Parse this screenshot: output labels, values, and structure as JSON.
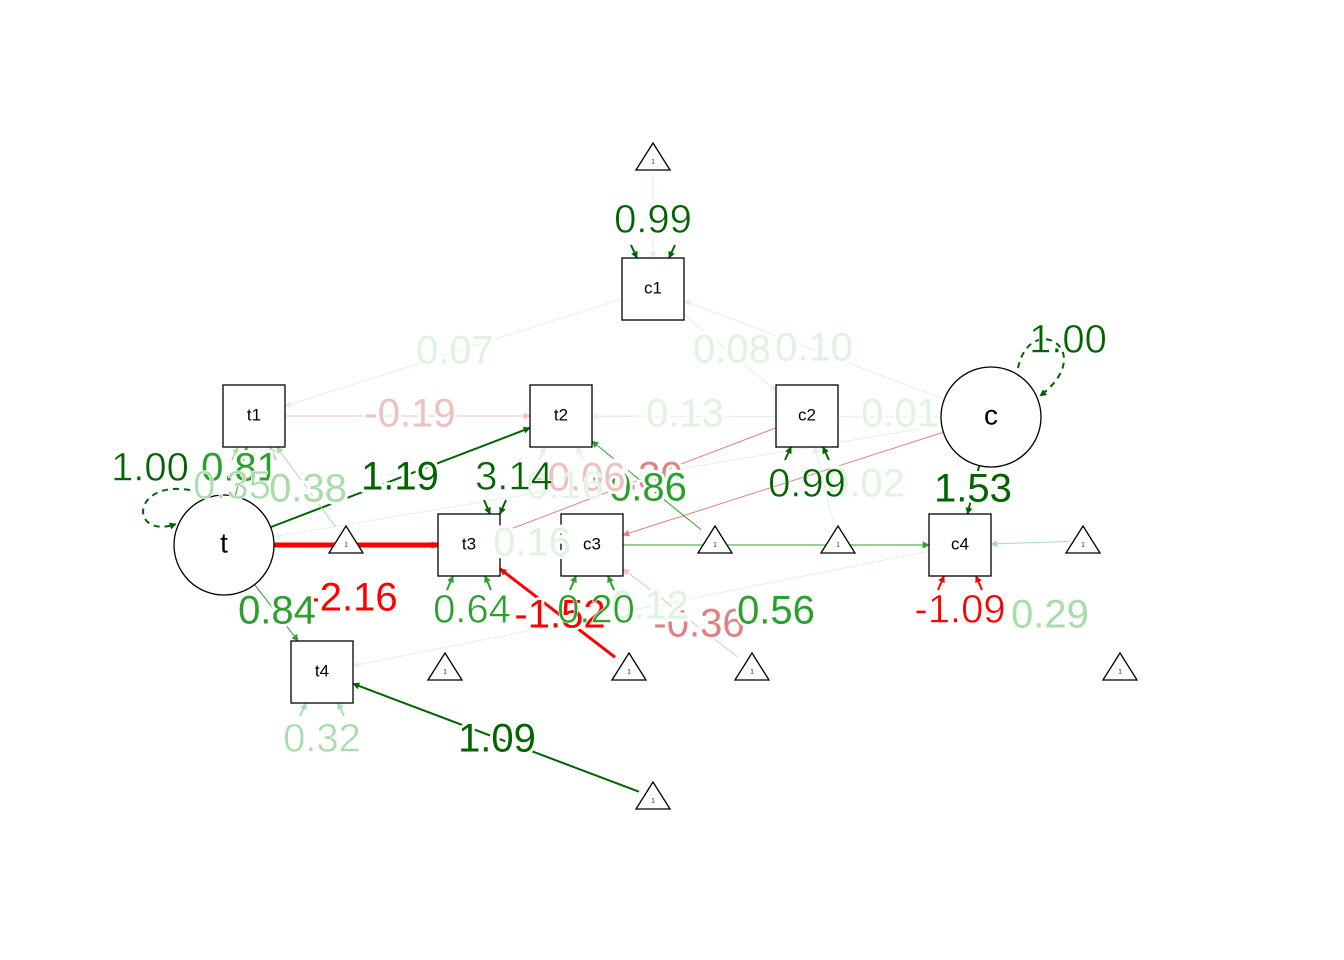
{
  "colors": {
    "pos_strong": "#006400",
    "pos_mid": "#2ca02c",
    "pos_light": "#a8dca8",
    "pos_faint": "#dff3df",
    "neg_strong": "#ff0000",
    "neg_mid": "#e08080",
    "neg_light": "#efc0c0",
    "node_stroke": "#000000"
  },
  "nodes": {
    "latents": [
      {
        "id": "t",
        "label": "t"
      },
      {
        "id": "c",
        "label": "c"
      }
    ],
    "manifests": [
      {
        "id": "t1",
        "label": "t1"
      },
      {
        "id": "t2",
        "label": "t2"
      },
      {
        "id": "t3",
        "label": "t3"
      },
      {
        "id": "t4",
        "label": "t4"
      },
      {
        "id": "c1",
        "label": "c1"
      },
      {
        "id": "c2",
        "label": "c2"
      },
      {
        "id": "c3",
        "label": "c3"
      },
      {
        "id": "c4",
        "label": "c4"
      }
    ],
    "intercept_label": "1"
  },
  "edges": [
    {
      "from": "t",
      "to": "t2",
      "label": "1.19",
      "color": "pos_strong",
      "weight": 2
    },
    {
      "from": "t",
      "to": "t3",
      "label": "-2.16",
      "color": "neg_strong",
      "weight": 5
    },
    {
      "from": "t",
      "to": "t4",
      "label": "0.84",
      "color": "pos_mid",
      "weight": 1
    },
    {
      "from": "t",
      "to": "t1",
      "label": "0.81",
      "color": "pos_mid",
      "weight": 1
    },
    {
      "from": "c",
      "to": "c4",
      "label": "1.53",
      "color": "pos_strong",
      "weight": 2
    },
    {
      "from": "c",
      "to": "c1",
      "label": "0.10",
      "color": "pos_faint",
      "weight": 1
    },
    {
      "from": "c",
      "to": "t2",
      "label": "0.13",
      "color": "pos_faint",
      "weight": 1
    },
    {
      "from": "c",
      "to": "c3",
      "label": "-0.36",
      "color": "neg_mid",
      "weight": 1
    },
    {
      "from": "c",
      "to": "t",
      "label": "0.16",
      "color": "pos_faint",
      "weight": 1
    },
    {
      "from": "t1",
      "to": "t2",
      "label": "-0.19",
      "color": "neg_light",
      "weight": 1
    },
    {
      "from": "c1",
      "to": "t1",
      "label": "0.07",
      "color": "pos_faint",
      "weight": 1
    },
    {
      "from": "c1",
      "to": "c2",
      "label": "0.08",
      "color": "pos_faint",
      "weight": 1
    },
    {
      "from": "c2",
      "to": "t3",
      "label": "-0.30",
      "color": "neg_mid",
      "weight": 1
    },
    {
      "from": "c3",
      "to": "c4",
      "label": "0.56",
      "color": "pos_mid",
      "weight": 1
    },
    {
      "from": "c4",
      "to": "t4",
      "label": "0.12",
      "color": "pos_faint",
      "weight": 1
    },
    {
      "from": "tri_t2",
      "to": "t2",
      "label": "0.86",
      "color": "pos_mid",
      "weight": 1
    },
    {
      "from": "tri_t3",
      "to": "t3",
      "label": "-1.52",
      "color": "neg_strong",
      "weight": 3
    },
    {
      "from": "tri_t4",
      "to": "t4",
      "label": "1.09",
      "color": "pos_strong",
      "weight": 2
    },
    {
      "from": "tri_c4",
      "to": "c4",
      "label": "0.29",
      "color": "pos_light",
      "weight": 1
    },
    {
      "from": "tri_t1",
      "to": "t1",
      "label": "0.38",
      "color": "pos_light",
      "weight": 1
    },
    {
      "from": "tri_c3",
      "to": "c3",
      "label": "-0.06",
      "color": "neg_light",
      "weight": 1
    },
    {
      "from": "tri_c2",
      "to": "c2",
      "label": "0.02",
      "color": "pos_faint",
      "weight": 1
    },
    {
      "from": "tri_c1",
      "to": "c1",
      "label": "0.01",
      "color": "pos_faint",
      "weight": 1
    }
  ],
  "variances": [
    {
      "node": "t",
      "label": "1.00",
      "color": "pos_strong",
      "dashed": true
    },
    {
      "node": "c",
      "label": "1.00",
      "color": "pos_strong",
      "dashed": true
    },
    {
      "node": "c1",
      "label": "0.99",
      "color": "pos_strong"
    },
    {
      "node": "c2",
      "label": "0.99",
      "color": "pos_strong"
    },
    {
      "node": "t1",
      "label": "0.35",
      "color": "pos_light"
    },
    {
      "node": "t2",
      "label": "0.16",
      "color": "pos_faint"
    },
    {
      "node": "t3",
      "label": "3.14",
      "color": "pos_strong"
    },
    {
      "node": "t4",
      "label": "0.32",
      "color": "pos_light"
    },
    {
      "node": "c3",
      "label": "0.20",
      "color": "pos_mid"
    },
    {
      "node": "c4",
      "label": "-1.09",
      "color": "neg_strong"
    },
    {
      "node": "t3b",
      "label": "0.64",
      "color": "pos_mid"
    }
  ]
}
